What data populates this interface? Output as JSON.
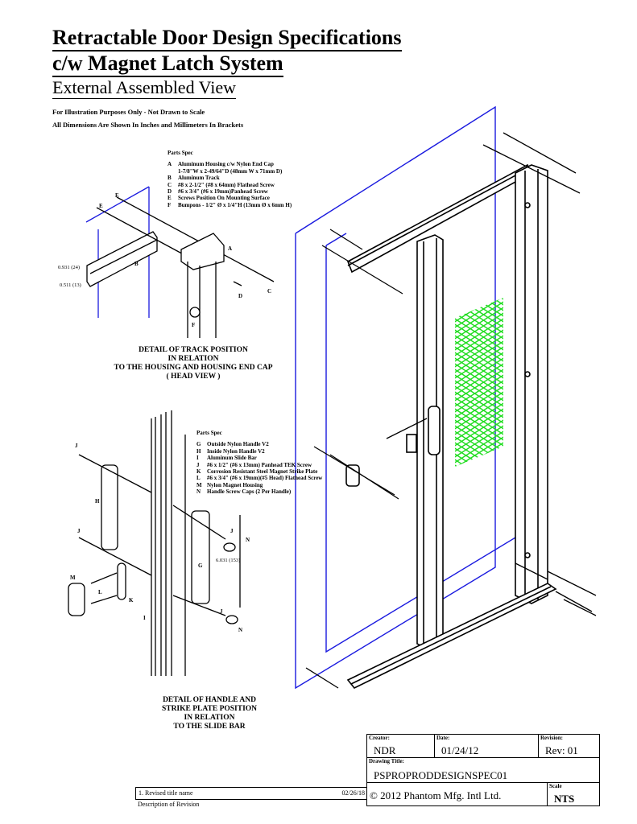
{
  "title": {
    "line1": "Retractable Door Design Specifications",
    "line2": "c/w Magnet Latch System",
    "subtitle": "External Assembled View"
  },
  "notes": [
    "For Illustration Purposes Only - Not Drawn to Scale",
    "All Dimensions Are Shown In Inches and Millimeters In Brackets"
  ],
  "parts_spec_head": {
    "heading": "Parts Spec",
    "items": [
      {
        "key": "A",
        "text": "Aluminum Housing c/w Nylon End Cap"
      },
      {
        "key": "",
        "text": "1-7/8\"W x 2-49/64\"D (48mm W x 71mm D)"
      },
      {
        "key": "B",
        "text": "Aluminum Track"
      },
      {
        "key": "C",
        "text": "#8 x 2-1/2\" (#8 x 64mm) Flathead Screw"
      },
      {
        "key": "D",
        "text": "#6 x 3/4\" (#6 x 19mm)Panhead Screw"
      },
      {
        "key": "E",
        "text": "Screws Position On Mounting Surface"
      },
      {
        "key": "F",
        "text": "Bumpons - 1/2\" Ø x 1/4\"H (13mm Ø x 6mm H)"
      }
    ]
  },
  "parts_spec_handle": {
    "heading": "Parts Spec",
    "items": [
      {
        "key": "G",
        "text": "Outside Nylon Handle V2"
      },
      {
        "key": "H",
        "text": "Inside Nylon Handle V2"
      },
      {
        "key": "I",
        "text": "Aluminum Slide Bar"
      },
      {
        "key": "J",
        "text": "#6 x 1/2\" (#6 x 13mm) Panhead TEK Screw"
      },
      {
        "key": "K",
        "text": "Corrosion Resistant Steel Magnet Strike Plate"
      },
      {
        "key": "L",
        "text": "#6 x 3/4\" (#6 x 19mm)(#5 Head) Flathead Screw"
      },
      {
        "key": "M",
        "text": "Nylon Magnet Housing"
      },
      {
        "key": "N",
        "text": "Handle Screw Caps (2 Per Handle)"
      }
    ]
  },
  "detail_head": {
    "caption": [
      "DETAIL OF TRACK POSITION",
      "IN RELATION",
      "TO THE HOUSING AND HOUSING END CAP",
      "( HEAD VIEW )"
    ],
    "dim1": "0.931 (24)",
    "dim2": "0.511 (13)",
    "labels": {
      "A": "A",
      "B": "B",
      "C": "C",
      "D": "D",
      "E": "E",
      "E2": "E",
      "F": "F"
    }
  },
  "detail_handle": {
    "caption": [
      "DETAIL OF HANDLE AND",
      "STRIKE PLATE POSITION",
      "IN RELATION",
      "TO THE SLIDE BAR"
    ],
    "dim": "6.031 (153)",
    "labels": {
      "J1": "J",
      "J2": "J",
      "J3": "J",
      "J4": "J",
      "H": "H",
      "G": "G",
      "M": "M",
      "L": "L",
      "K": "K",
      "I": "I",
      "N1": "N",
      "N2": "N"
    }
  },
  "title_block": {
    "creator_label": "Creator:",
    "creator": "NDR",
    "date_label": "Date:",
    "date": "01/24/12",
    "revision_label": "Revision:",
    "revision": "Rev: 01",
    "drawing_title_label": "Drawing Title:",
    "drawing_title": "PSPROPRODDESIGNSPEC01",
    "copyright": "© 2012 Phantom Mfg. Intl Ltd.",
    "scale_label": "Scale",
    "scale": "NTS"
  },
  "revision_log": {
    "entry": "1. Revised title name",
    "entry_date": "02/26/18",
    "footer": "Description of Revision"
  },
  "colors": {
    "blue": "#1a1adf",
    "mesh": "#22dd22"
  }
}
